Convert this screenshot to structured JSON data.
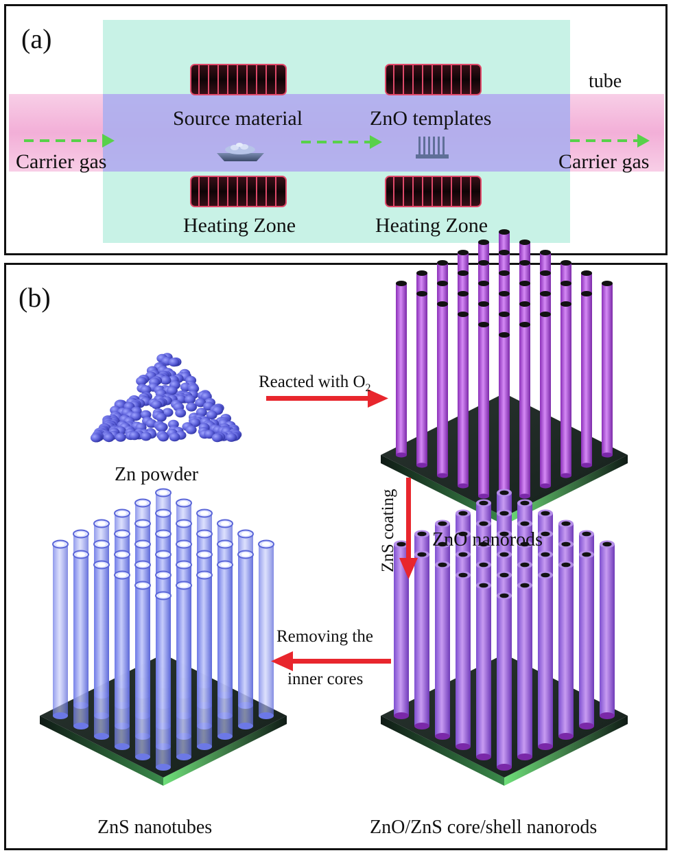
{
  "panel_a": {
    "letter": "(a)",
    "tube_label": "tube",
    "source_label": "Source material",
    "template_label": "ZnO templates",
    "carrier_gas_left": "Carrier gas",
    "carrier_gas_right": "Carrier gas",
    "heating_zone_left": "Heating Zone",
    "heating_zone_right": "Heating Zone"
  },
  "panel_b": {
    "letter": "(b)",
    "zn_powder": "Zn powder",
    "reacted_with": "Reacted with O",
    "o2_subscript": "2",
    "zno_nanorods": "ZnO nanorods",
    "zns_coating": "ZnS coating",
    "removing_1": "Removing the",
    "removing_2": "inner cores",
    "core_shell": "ZnO/ZnS core/shell nanorods",
    "zns_nanotubes": "ZnS nanotubes"
  },
  "colors": {
    "tube_pink": "#f1a6d3",
    "tube_blue": "#a9aef0",
    "zone_green": "#c8f2e6",
    "arrow_red": "#e8262d",
    "gas_arrow_green": "#58d14a",
    "rod_purple": "#c25ee8",
    "tube_translucent": "#8f9af2",
    "sphere_blue": "#5a5ed8",
    "substrate": "#1e2a24"
  }
}
